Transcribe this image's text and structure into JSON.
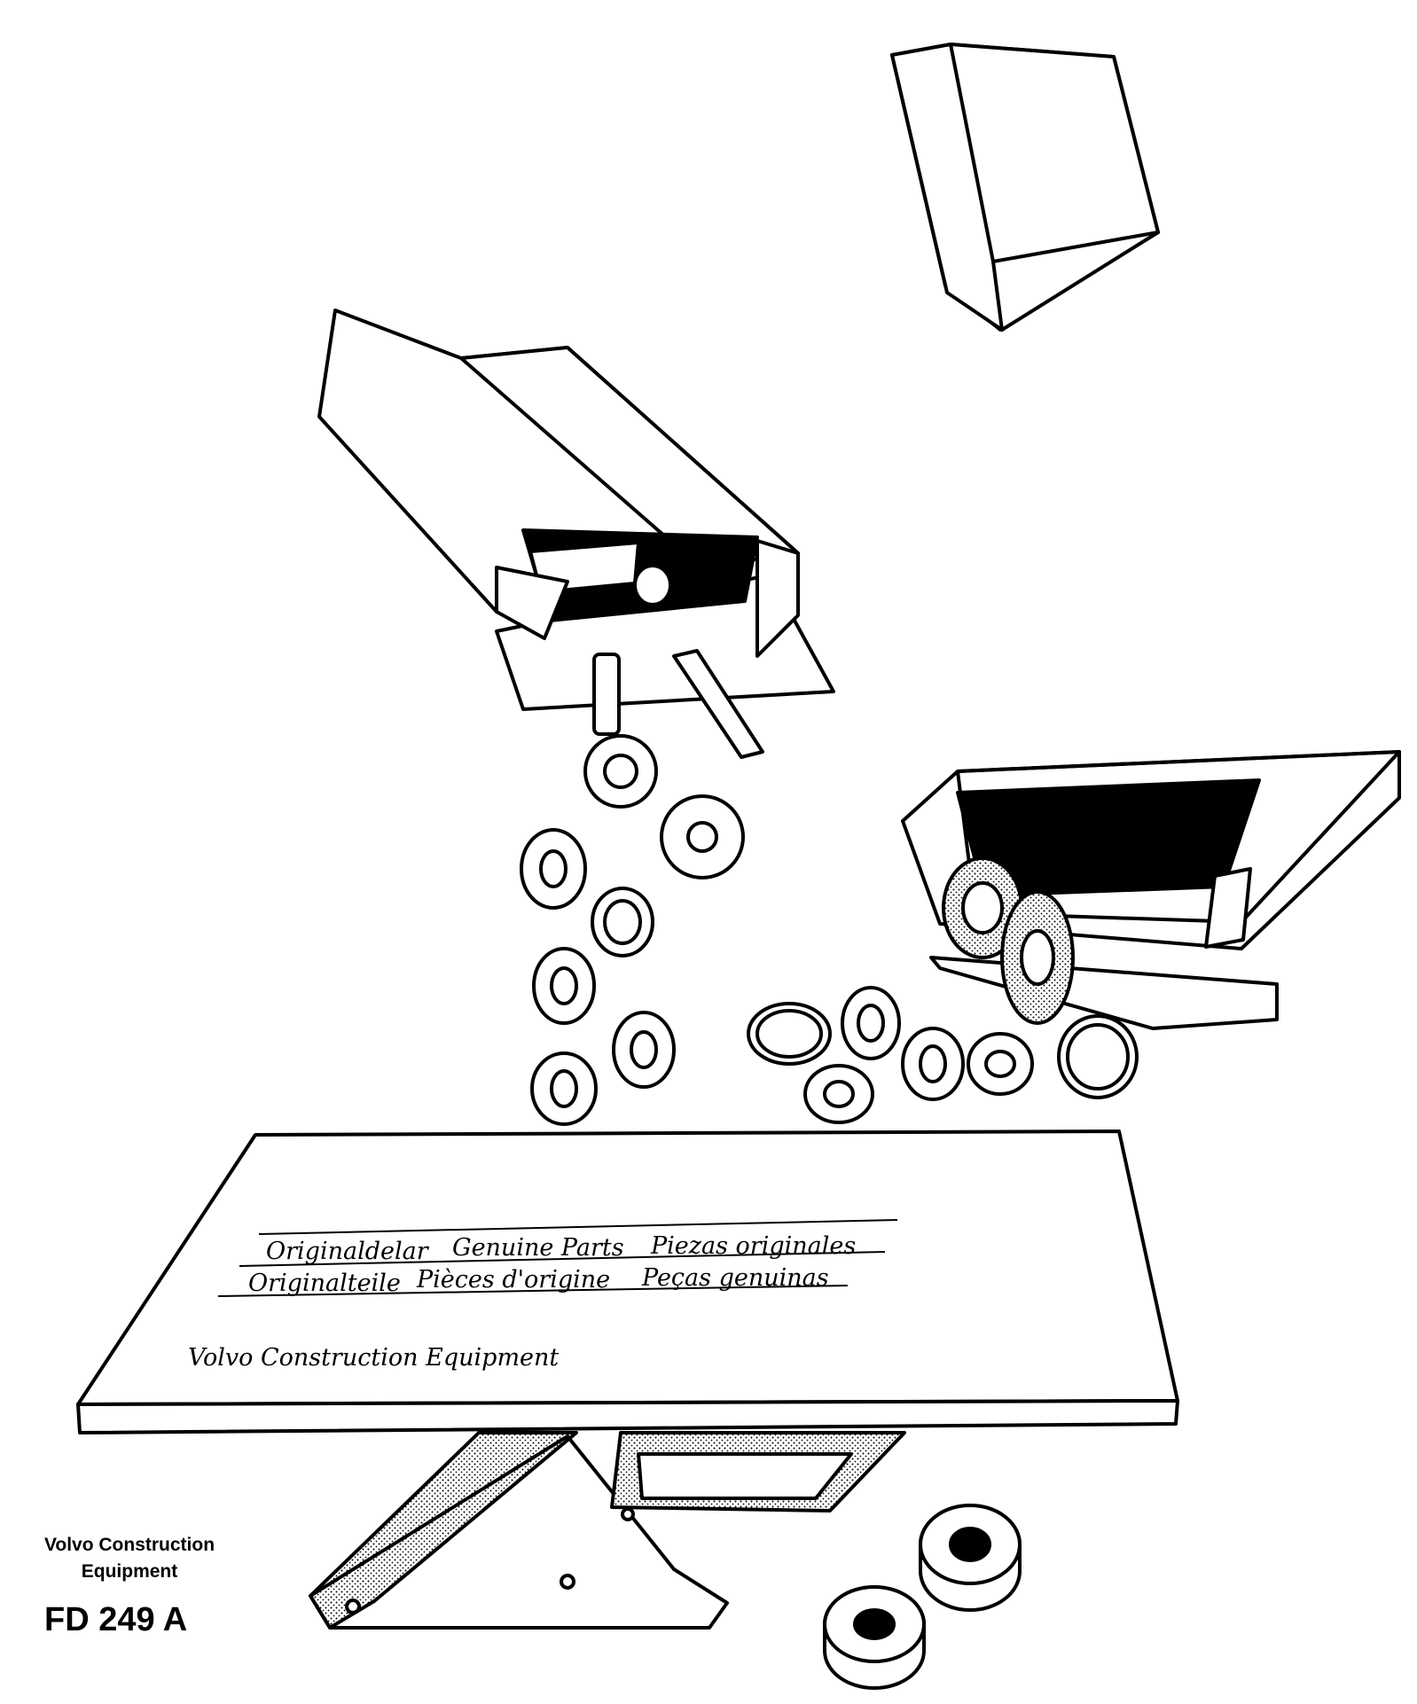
{
  "package_labels": {
    "line1": [
      "Originaldelar",
      "Genuine Parts",
      "Piezas originales"
    ],
    "line2": [
      "Originalteile",
      "Pièces d'origine",
      "Peças genuinas"
    ],
    "brand": "Volvo Construction Equipment"
  },
  "caption": {
    "company_line1": "Volvo Construction",
    "company_line2": "Equipment",
    "figure_code": "FD 249 A"
  },
  "colors": {
    "ink": "#000000",
    "paper": "#ffffff"
  }
}
